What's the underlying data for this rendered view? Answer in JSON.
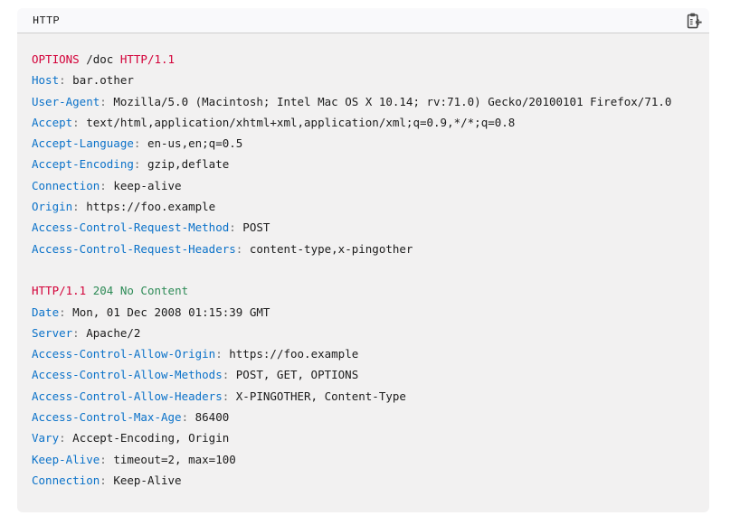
{
  "example_header": {
    "language_label": "HTTP",
    "copy_icon": "clipboard-copy-icon"
  },
  "colors": {
    "red": "#d30038",
    "blue": "#0b72c9",
    "green": "#2e8b57",
    "gray": "#6f6f6f",
    "text": "#1b1b1b",
    "header_bg": "#f9f9fb",
    "code_bg": "#f2f1f1",
    "border": "#cfcfcf",
    "icon": "#4d4d4d"
  },
  "code": {
    "lines": [
      [
        {
          "t": "OPTIONS",
          "c": "red"
        },
        {
          "t": " /doc ",
          "c": "plain"
        },
        {
          "t": "HTTP/1.1",
          "c": "red"
        }
      ],
      [
        {
          "t": "Host",
          "c": "blue"
        },
        {
          "t": ":",
          "c": "gray"
        },
        {
          "t": " bar.other",
          "c": "plain"
        }
      ],
      [
        {
          "t": "User-Agent",
          "c": "blue"
        },
        {
          "t": ":",
          "c": "gray"
        },
        {
          "t": " Mozilla/5.0 (Macintosh; Intel Mac OS X 10.14; rv:71.0) Gecko/20100101 Firefox/71.0",
          "c": "plain"
        }
      ],
      [
        {
          "t": "Accept",
          "c": "blue"
        },
        {
          "t": ":",
          "c": "gray"
        },
        {
          "t": " text/html,application/xhtml+xml,application/xml;q=0.9,*/*;q=0.8",
          "c": "plain"
        }
      ],
      [
        {
          "t": "Accept-Language",
          "c": "blue"
        },
        {
          "t": ":",
          "c": "gray"
        },
        {
          "t": " en-us,en;q=0.5",
          "c": "plain"
        }
      ],
      [
        {
          "t": "Accept-Encoding",
          "c": "blue"
        },
        {
          "t": ":",
          "c": "gray"
        },
        {
          "t": " gzip,deflate",
          "c": "plain"
        }
      ],
      [
        {
          "t": "Connection",
          "c": "blue"
        },
        {
          "t": ":",
          "c": "gray"
        },
        {
          "t": " keep-alive",
          "c": "plain"
        }
      ],
      [
        {
          "t": "Origin",
          "c": "blue"
        },
        {
          "t": ":",
          "c": "gray"
        },
        {
          "t": " https://foo.example",
          "c": "plain"
        }
      ],
      [
        {
          "t": "Access-Control-Request-Method",
          "c": "blue"
        },
        {
          "t": ":",
          "c": "gray"
        },
        {
          "t": " POST",
          "c": "plain"
        }
      ],
      [
        {
          "t": "Access-Control-Request-Headers",
          "c": "blue"
        },
        {
          "t": ":",
          "c": "gray"
        },
        {
          "t": " content-type,x-pingother",
          "c": "plain"
        }
      ],
      [],
      [
        {
          "t": "HTTP/1.1",
          "c": "red"
        },
        {
          "t": " ",
          "c": "plain"
        },
        {
          "t": "204",
          "c": "green"
        },
        {
          "t": " ",
          "c": "plain"
        },
        {
          "t": "No Content",
          "c": "green"
        }
      ],
      [
        {
          "t": "Date",
          "c": "blue"
        },
        {
          "t": ":",
          "c": "gray"
        },
        {
          "t": " Mon, 01 Dec 2008 01:15:39 GMT",
          "c": "plain"
        }
      ],
      [
        {
          "t": "Server",
          "c": "blue"
        },
        {
          "t": ":",
          "c": "gray"
        },
        {
          "t": " Apache/2",
          "c": "plain"
        }
      ],
      [
        {
          "t": "Access-Control-Allow-Origin",
          "c": "blue"
        },
        {
          "t": ":",
          "c": "gray"
        },
        {
          "t": " https://foo.example",
          "c": "plain"
        }
      ],
      [
        {
          "t": "Access-Control-Allow-Methods",
          "c": "blue"
        },
        {
          "t": ":",
          "c": "gray"
        },
        {
          "t": " POST, GET, OPTIONS",
          "c": "plain"
        }
      ],
      [
        {
          "t": "Access-Control-Allow-Headers",
          "c": "blue"
        },
        {
          "t": ":",
          "c": "gray"
        },
        {
          "t": " X-PINGOTHER, Content-Type",
          "c": "plain"
        }
      ],
      [
        {
          "t": "Access-Control-Max-Age",
          "c": "blue"
        },
        {
          "t": ":",
          "c": "gray"
        },
        {
          "t": " 86400",
          "c": "plain"
        }
      ],
      [
        {
          "t": "Vary",
          "c": "blue"
        },
        {
          "t": ":",
          "c": "gray"
        },
        {
          "t": " Accept-Encoding, Origin",
          "c": "plain"
        }
      ],
      [
        {
          "t": "Keep-Alive",
          "c": "blue"
        },
        {
          "t": ":",
          "c": "gray"
        },
        {
          "t": " timeout=2, max=100",
          "c": "plain"
        }
      ],
      [
        {
          "t": "Connection",
          "c": "blue"
        },
        {
          "t": ":",
          "c": "gray"
        },
        {
          "t": " Keep-Alive",
          "c": "plain"
        }
      ]
    ]
  }
}
